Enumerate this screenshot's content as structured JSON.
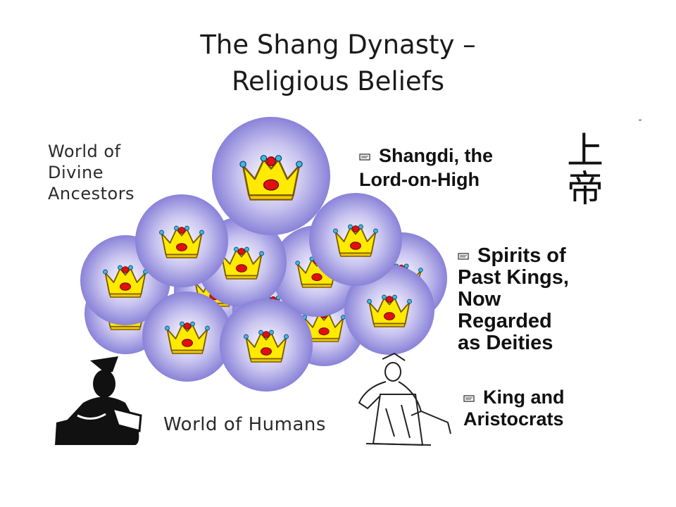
{
  "title": {
    "line1": "The Shang Dynasty –",
    "line2": "Religious Beliefs"
  },
  "labels": {
    "world_divine": [
      "World of",
      "Divine",
      "Ancestors"
    ],
    "world_humans": "World of Humans"
  },
  "bullets": {
    "shangdi": [
      "Shangdi, the",
      "Lord-on-High"
    ],
    "spirits": [
      "Spirits of",
      "Past Kings,",
      "Now",
      "Regarded",
      "as Deities"
    ],
    "king": [
      "King and",
      "Aristocrats"
    ]
  },
  "hanzi": [
    "上",
    "帝"
  ],
  "colors": {
    "sphere_center": "#ffffff",
    "sphere_edge": "#8a82d8",
    "crown_gold": "#ffea00",
    "crown_outline": "#7a5a00",
    "jewel_red": "#e01010",
    "jewel_blue": "#30c0e0"
  },
  "icons": {
    "bullet": "scroll-bullet-icon",
    "crown": "crown-icon"
  }
}
